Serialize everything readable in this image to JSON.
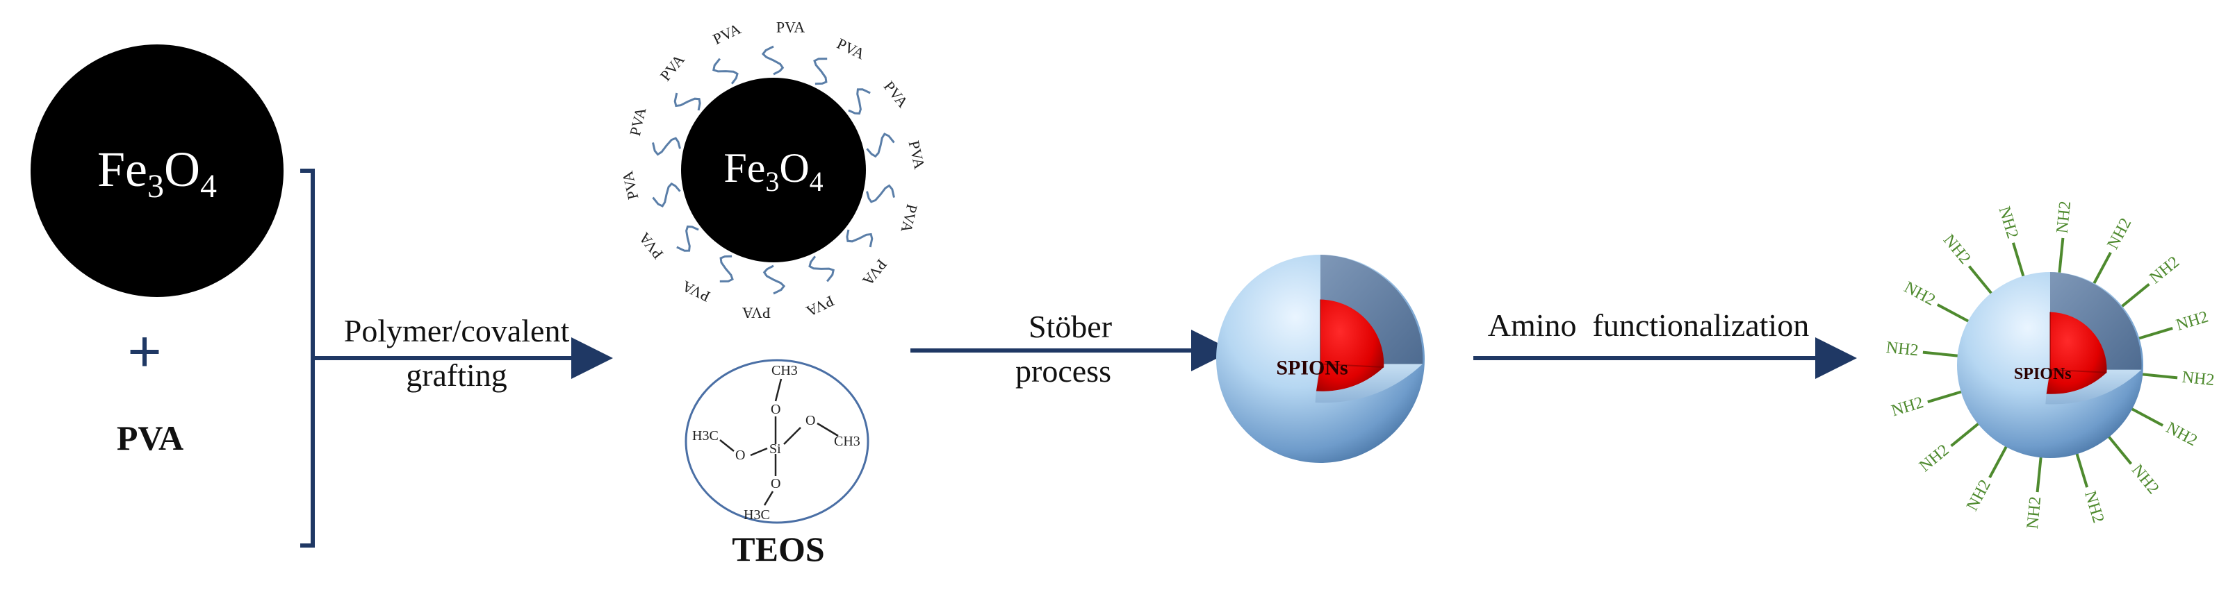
{
  "particle_formula": {
    "base": "Fe",
    "sub1": "3",
    "mid": "O",
    "sub2": "4"
  },
  "plus_sign": "+",
  "pva_label": "PVA",
  "polymer_tag": "PVA",
  "step1": {
    "line1": "Polymer/covalent",
    "line2": "grafting"
  },
  "teos": {
    "label": "TEOS",
    "me1": "CH3",
    "me2": "CH3",
    "me3": "H3C",
    "me4": "H3C",
    "o": "O",
    "si": "Si"
  },
  "step2": {
    "line1": "Stöber",
    "line2": "process"
  },
  "core_label": "SPIONs",
  "step3": {
    "label": "Amino  functionalization"
  },
  "amine_group": "NH2",
  "colors": {
    "arrow": "#1f3864",
    "core": "#e00000",
    "shell": "#a9cfee",
    "amine": "#4e8a2e",
    "chain": "#5a7ea8"
  }
}
